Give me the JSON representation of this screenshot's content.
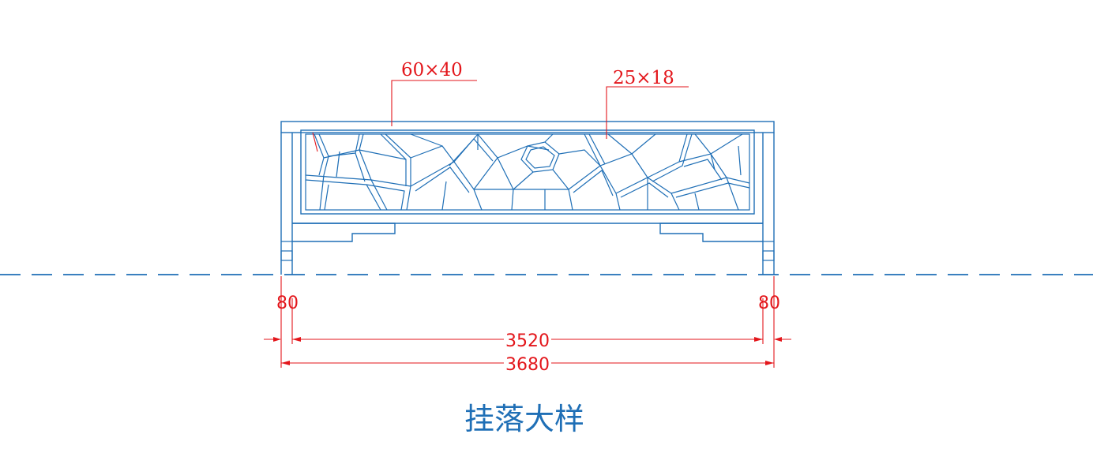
{
  "title": "挂落大样",
  "callouts": [
    {
      "id": "frame-section",
      "label": "60×40"
    },
    {
      "id": "lattice-section",
      "label": "25×18"
    }
  ],
  "dimensions": {
    "left_offset": "80",
    "right_offset": "80",
    "inner_span": "3520",
    "total_span": "3680"
  },
  "colors": {
    "linework": "#1f6fb6",
    "dimension": "#e3161b",
    "background": "#ffffff"
  }
}
